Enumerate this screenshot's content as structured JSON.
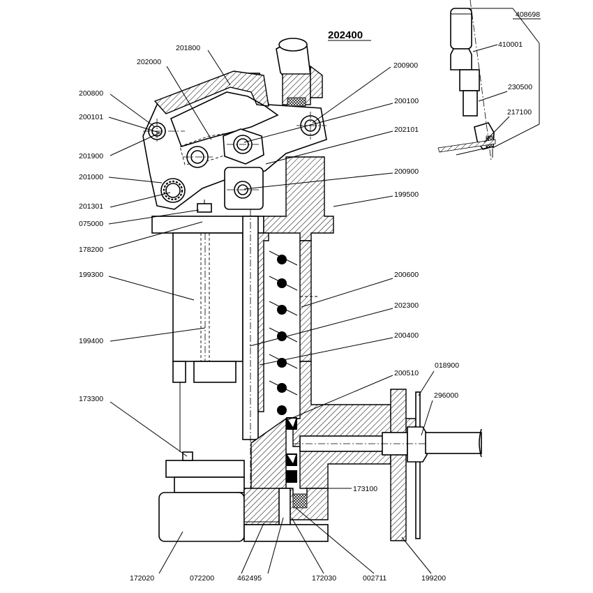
{
  "title": "202400",
  "part_labels": {
    "p408698": "408698",
    "p410001": "410001",
    "p230500": "230500",
    "p217100": "217100",
    "p201800": "201800",
    "p202000": "202000",
    "p200800": "200800",
    "p200101": "200101",
    "p201900": "201900",
    "p201000": "201000",
    "p201301": "201301",
    "p075000": "075000",
    "p178200": "178200",
    "p199300": "199300",
    "p199400": "199400",
    "p173300": "173300",
    "p200900a": "200900",
    "p200100": "200100",
    "p202101": "202101",
    "p200900b": "200900",
    "p199500": "199500",
    "p200600": "200600",
    "p202300": "202300",
    "p200400": "200400",
    "p200510": "200510",
    "p018900": "018900",
    "p296000": "296000",
    "p173100": "173100",
    "p172020": "172020",
    "p072200": "072200",
    "p462495": "462495",
    "p172030": "172030",
    "p002711": "002711",
    "p199200": "199200"
  }
}
